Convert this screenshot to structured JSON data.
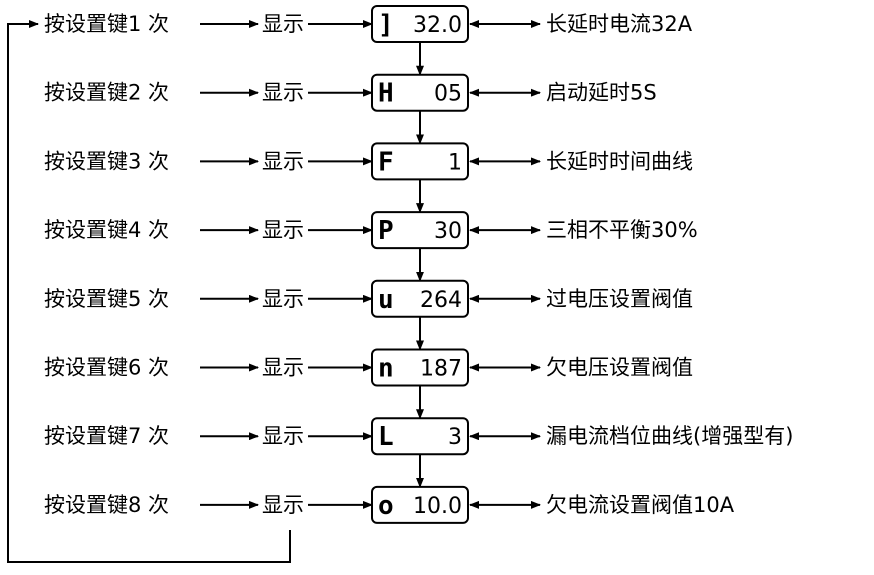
{
  "rows": [
    {
      "press": "按设置键1 次",
      "show": "显示",
      "symbol": "]",
      "value": "32.0",
      "desc": "长延时电流32A"
    },
    {
      "press": "按设置键2 次",
      "show": "显示",
      "symbol": "H",
      "value": "05",
      "desc": "启动延时5S"
    },
    {
      "press": "按设置键3 次",
      "show": "显示",
      "symbol": "F",
      "value": "1",
      "desc": "长延时时间曲线"
    },
    {
      "press": "按设置键4 次",
      "show": "显示",
      "symbol": "P",
      "value": "30",
      "desc": "三相不平衡30%"
    },
    {
      "press": "按设置键5 次",
      "show": "显示",
      "symbol": "u",
      "value": "264",
      "desc": "过电压设置阀值"
    },
    {
      "press": "按设置键6 次",
      "show": "显示",
      "symbol": "n",
      "value": "187",
      "desc": "欠电压设置阀值"
    },
    {
      "press": "按设置键7 次",
      "show": "显示",
      "symbol": "L",
      "value": "3",
      "desc": "漏电流档位曲线(增强型有)"
    },
    {
      "press": "按设置键8 次",
      "show": "显示",
      "symbol": "o",
      "value": "10.0",
      "desc": "欠电流设置阀值10A"
    }
  ]
}
